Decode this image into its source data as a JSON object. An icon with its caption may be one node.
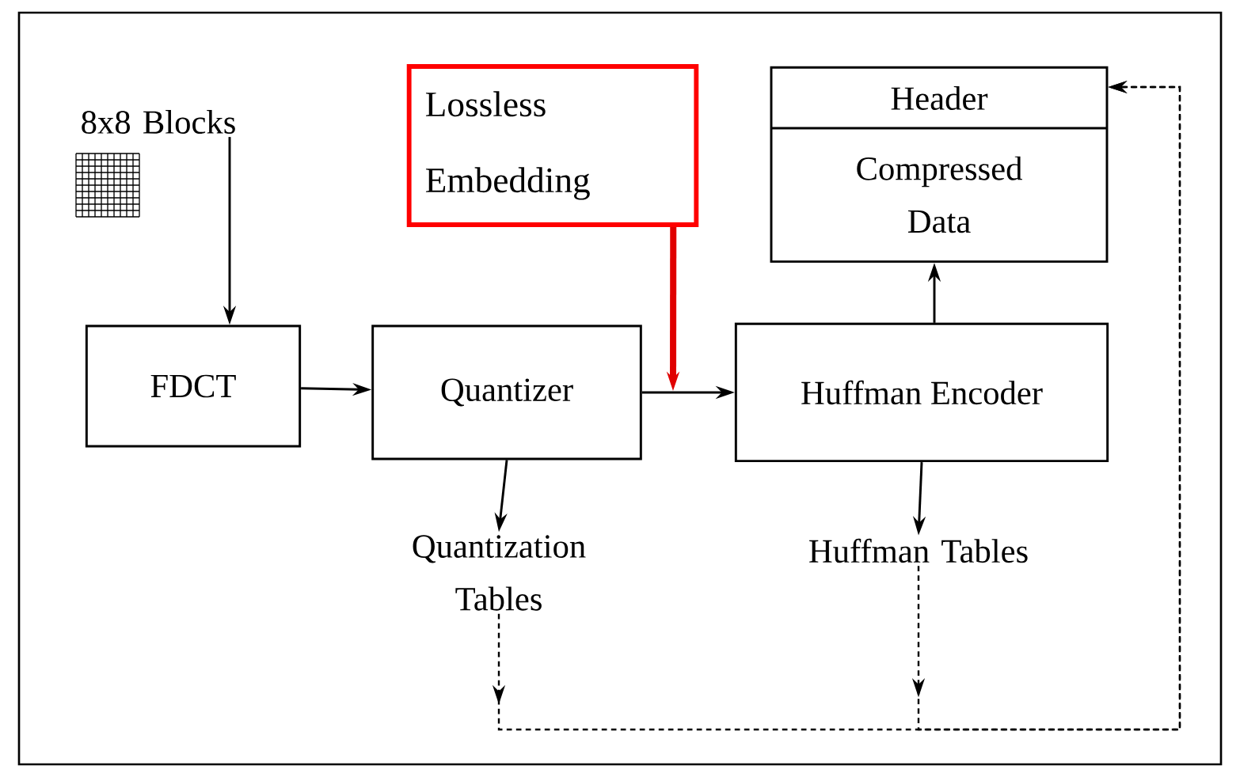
{
  "diagram": {
    "nodes": [
      {
        "text": [
          "Lossless Embedding"
        ]
      },
      {
        "text": [
          "Header",
          "Compressed Data"
        ]
      },
      {
        "text": [
          "8x8 Blocks"
        ]
      },
      {
        "text": [
          "FDCT"
        ]
      },
      {
        "text": [
          "Quantizer"
        ]
      },
      {
        "text": [
          "Huffman Encoder"
        ]
      },
      {
        "text": [
          "Quantization Tables"
        ]
      },
      {
        "text": [
          "Huffman Tables"
        ]
      }
    ],
    "edges": [
      {
        "from": 2,
        "to": 3,
        "arrow": "to"
      },
      {
        "from": 3,
        "to": 4,
        "arrow": "to"
      },
      {
        "from": 4,
        "to": 5,
        "arrow": "to"
      },
      {
        "from": 0,
        "to": null,
        "arrow": "to",
        "style": "thick",
        "color": "#e00000"
      },
      {
        "from": 5,
        "to": 1,
        "arrow": "to"
      },
      {
        "from": 4,
        "to": 6,
        "arrow": "to"
      },
      {
        "from": 5,
        "to": 7,
        "arrow": "to"
      },
      {
        "from": 6,
        "to": 1,
        "arrow": "to",
        "style": "dashed"
      },
      {
        "from": 7,
        "to": 1,
        "arrow": "to",
        "style": "dashed"
      }
    ]
  }
}
